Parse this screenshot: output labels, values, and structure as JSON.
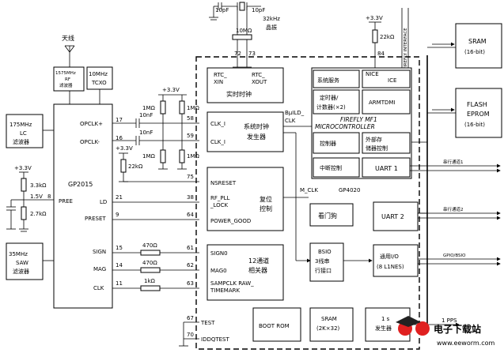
{
  "left": {
    "antenna": "天线",
    "rf_filter": [
      "1575MHz",
      "RF",
      "滤波器"
    ],
    "tcxo": [
      "10MHz",
      "TCXO"
    ],
    "lc_filter": [
      "175MHz",
      "LC",
      "滤波器"
    ],
    "saw_filter": [
      "35MHz",
      "SAW",
      "滤波器"
    ],
    "gp2015": "GP2015",
    "pins": {
      "opclk_p": "OPCLK+",
      "opclk_m": "OPCLK-",
      "pree": "PREE",
      "ld": "LD",
      "preset": "PRESET",
      "sign": "SIGN",
      "mag": "MAG",
      "clk": "CLK"
    },
    "pin_numbers": [
      "17",
      "16",
      "8",
      "21",
      "9",
      "15",
      "14",
      "11"
    ],
    "supply1": "+3.3V",
    "r1": "3.3kΩ",
    "v15": "1.5V",
    "r2": "2.7kΩ"
  },
  "mid": {
    "supply": "+3.3V",
    "supply2": "+3.3V",
    "r_1m": "1MΩ",
    "c_10nf": "10nF",
    "r_22k": "22kΩ",
    "r_470_1": "470Ω",
    "r_470_2": "470Ω",
    "r_1k": "1kΩ"
  },
  "top": {
    "c1": "10pF",
    "c2": "10pF",
    "crystal": [
      "32kHz",
      "晶振"
    ],
    "r": "10MΩ",
    "pin72": "72",
    "pin73": "73",
    "supply": "+3.3V",
    "r22k": "22kΩ",
    "pin84": "84",
    "vertical": "FIREFLY INTERFACE"
  },
  "gp4020": {
    "name": "GP4020",
    "rtc": {
      "xin": "RTC_",
      "xin2": "XIN",
      "xout": "RTC_",
      "xout2": "XOUT",
      "label": "实时时钟"
    },
    "clk_block": {
      "label": "系统时钟",
      "label2": "发生器",
      "p1": "CLK_I",
      "p2": "CLK_I",
      "bus": "BμILD_",
      "bus2": "CLK"
    },
    "reset_block": {
      "p1": "NSRESET",
      "p2": "RF_PLL",
      "p2b": "_LOCK",
      "p3": "POWER_GOOD",
      "label": "复位",
      "label2": "控制"
    },
    "correlator": {
      "p1": "SIGN0",
      "p2": "MAG0",
      "p3": "SAMPCLK RAW_",
      "p3b": "TIMEMARK",
      "label": "12通道",
      "label2": "相关器"
    },
    "mclk": "M_CLK",
    "mcu": {
      "sys_service": "系统服务",
      "nice": "NICE",
      "ice": "ICE",
      "timer": "定时器/",
      "timer2": "计数器(×2)",
      "armtdmi": "ARMTDMI",
      "firefly": "FIREFLY MF1",
      "micro": "MICROCONTROLLER",
      "controller": "控制器",
      "ext_mem": "外部存",
      "ext_mem2": "储器控制",
      "int_ctrl": "中断控制",
      "uart1": "UART 1"
    },
    "watchdog": "看门狗",
    "uart2": "UART 2",
    "bsio": [
      "BSIO",
      "3线串",
      "行接口"
    ],
    "gpio": [
      "通用I/O",
      "(8 L1NES)"
    ],
    "boot_rom": "BOOT ROM",
    "sram": [
      "SRAM",
      "(2K×32)"
    ],
    "one_pps": [
      "1 s",
      "发生器"
    ],
    "test": "TEST",
    "iddq": "IDDQTEST"
  },
  "pins_right": [
    "58",
    "59",
    "75",
    "38",
    "64",
    "61",
    "62",
    "63",
    "67",
    "70"
  ],
  "right": {
    "sram": [
      "SRAM",
      "(16-bit)"
    ],
    "flash": [
      "FLASH",
      "EPROM",
      "(16-bit)"
    ],
    "serial1": "串行通道1",
    "serial2": "串行通道2",
    "gpio_bsio": "GPIO/BSIO",
    "pps": "1 PPS"
  },
  "watermark": {
    "site": "电子下载站",
    "url": "www.eeworm.com"
  }
}
